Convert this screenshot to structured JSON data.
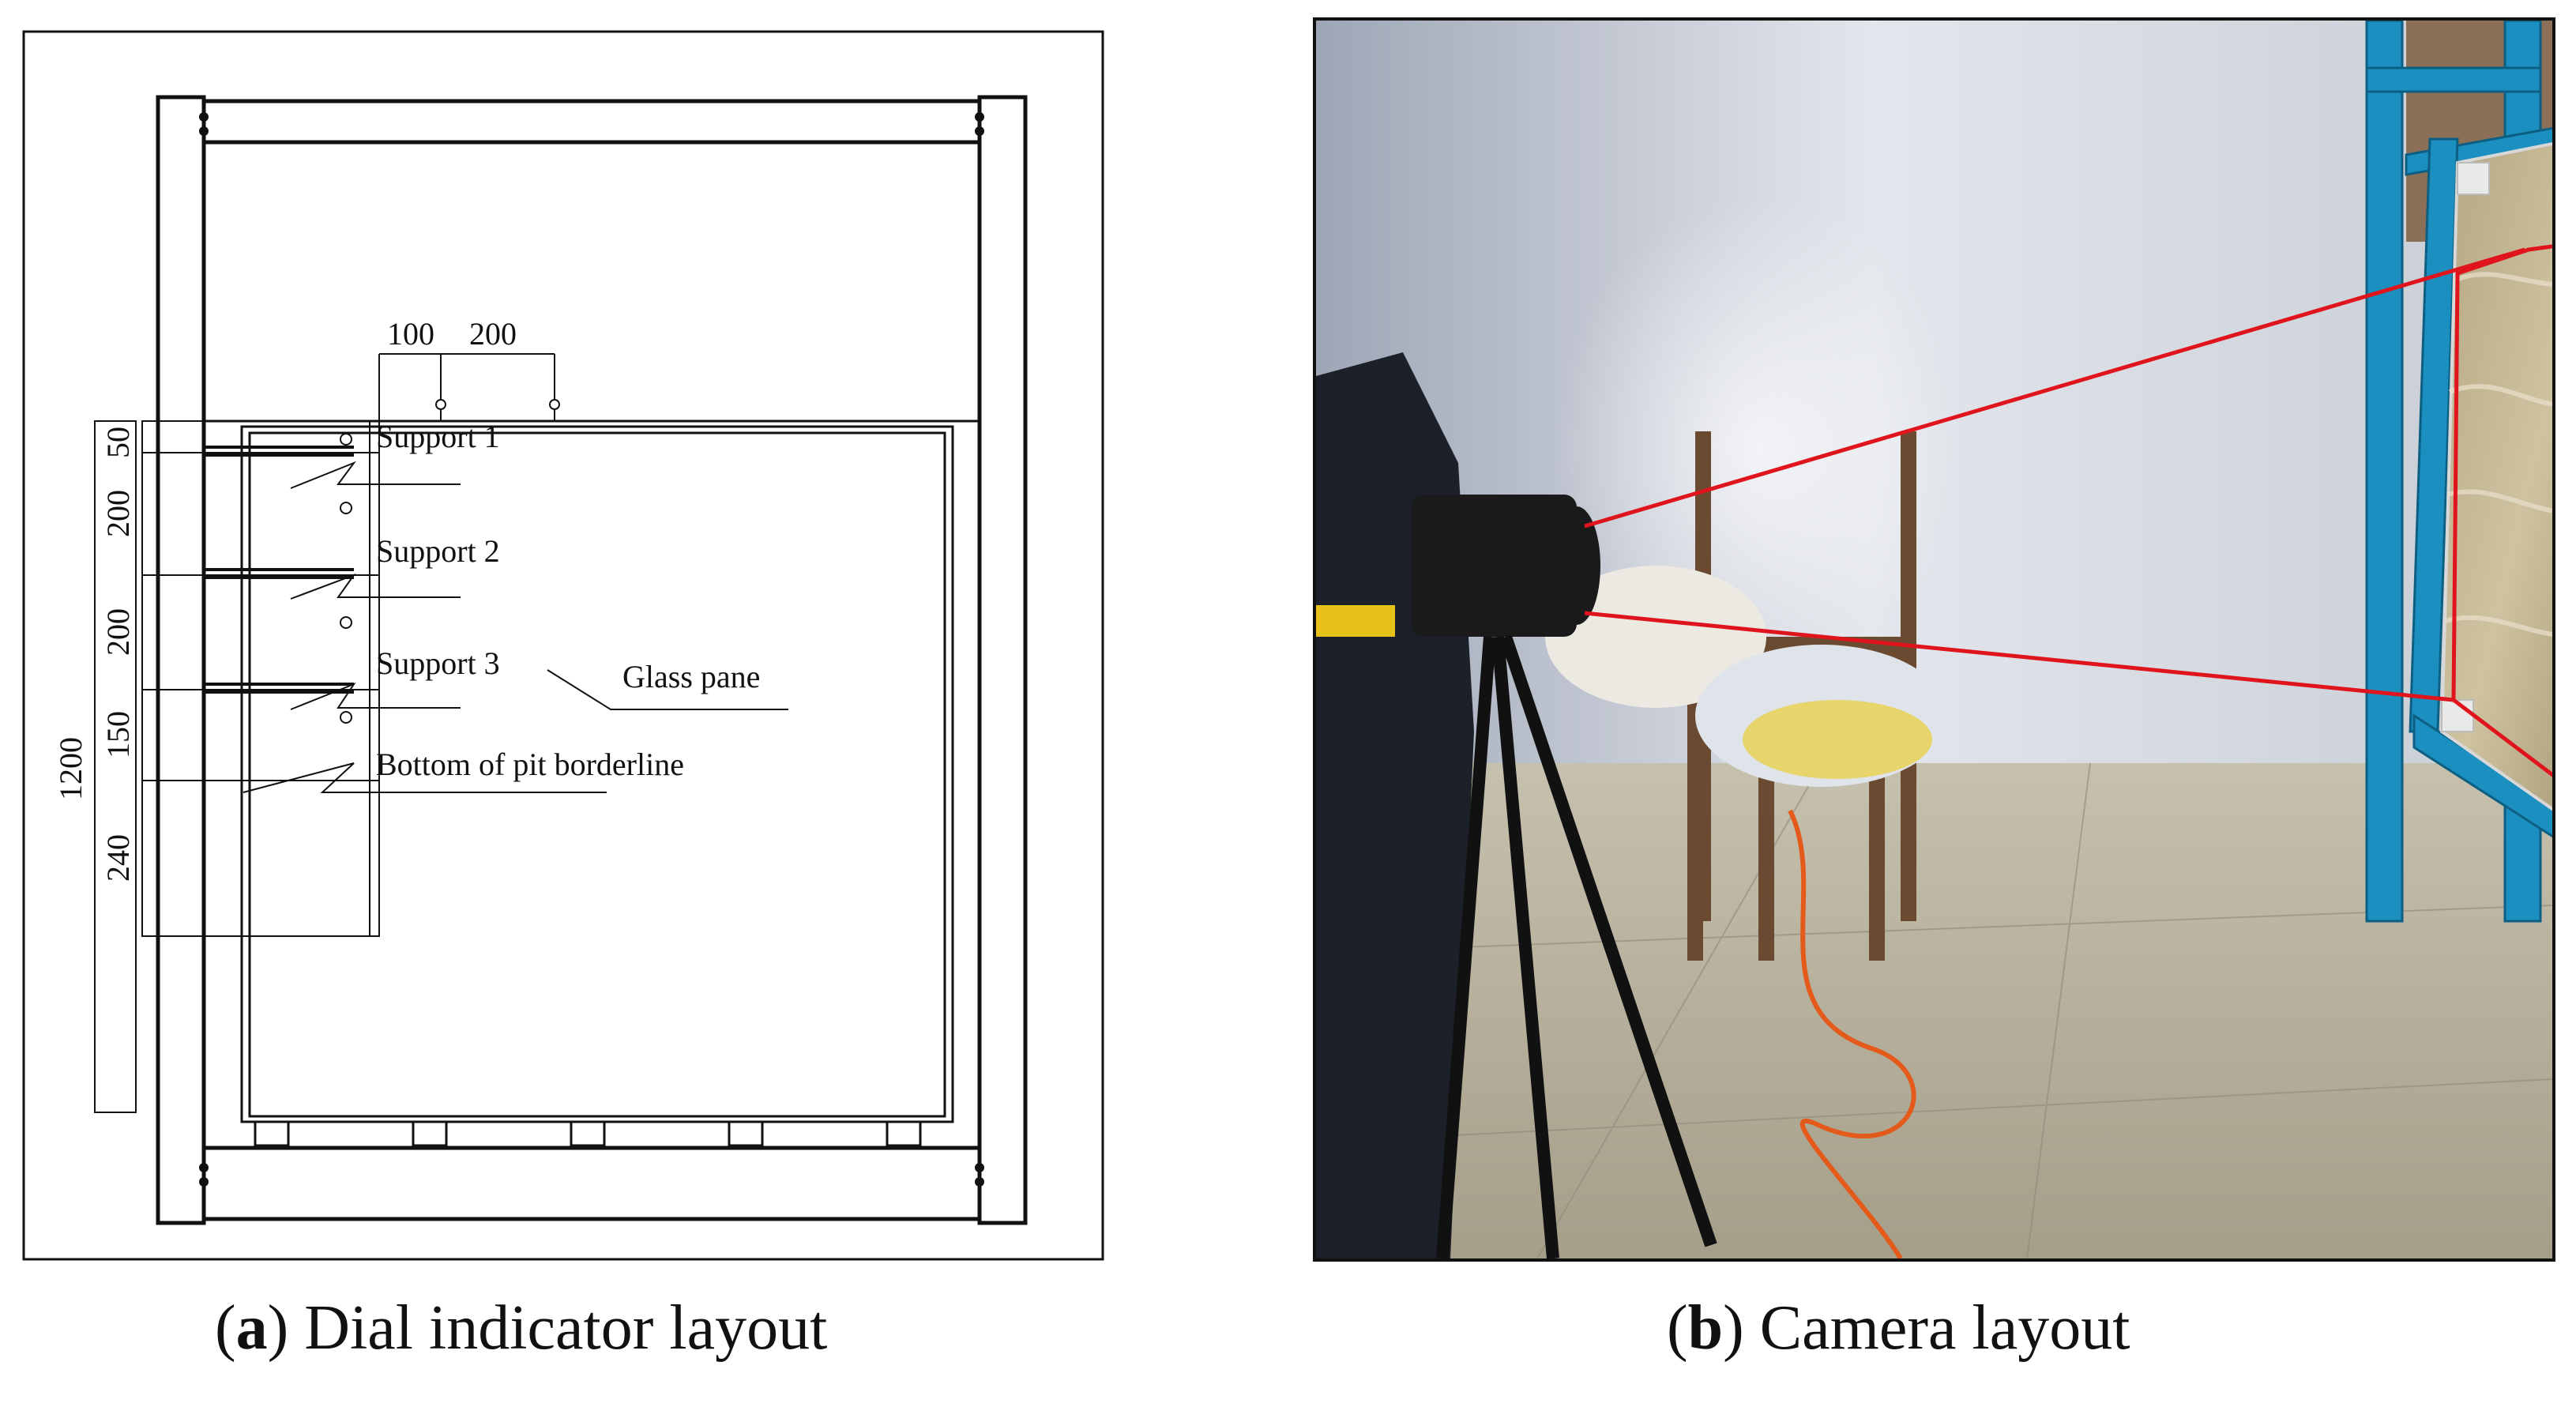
{
  "panel_a": {
    "dimensions_top": [
      "100",
      "200"
    ],
    "dimensions_left": [
      "50",
      "200",
      "200",
      "150",
      "240"
    ],
    "overall_height": "1200",
    "labels": {
      "support1": "Support 1",
      "support2": "Support 2",
      "support3": "Support 3",
      "glass_pane": "Glass pane",
      "pit_border": "Bottom of pit borderline"
    }
  },
  "captions": {
    "a_letter": "a",
    "a_text": "Dial indicator layout",
    "b_letter": "b",
    "b_text": "Camera layout"
  },
  "colors": {
    "line": "#111111",
    "frame_blue": "#1b8fbf",
    "marker_red": "#e0141c",
    "wall": "#c9cdd6",
    "floor": "#b9b3a1",
    "glass": "#bfae86"
  }
}
